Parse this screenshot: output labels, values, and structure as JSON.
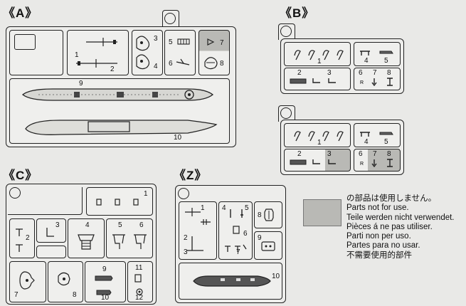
{
  "sections": {
    "a": {
      "label": "《A》",
      "parts": [
        "1",
        "2",
        "3",
        "4",
        "5",
        "6",
        "7",
        "8",
        "9",
        "10"
      ]
    },
    "b": {
      "label": "《B》",
      "upper_parts": [
        "1",
        "2",
        "3",
        "4",
        "5",
        "6",
        "7",
        "8"
      ],
      "lower_parts": [
        "1",
        "2",
        "3",
        "4",
        "5",
        "6",
        "7",
        "8"
      ]
    },
    "c": {
      "label": "《C》",
      "parts": [
        "1",
        "2",
        "3",
        "4",
        "5",
        "6",
        "7",
        "8",
        "9",
        "10",
        "11",
        "12"
      ]
    },
    "z": {
      "label": "《Z》",
      "parts": [
        "1",
        "2",
        "3",
        "4",
        "5",
        "6",
        "7",
        "8",
        "9",
        "10"
      ]
    }
  },
  "legend": {
    "swatch_color": "#b9b9b5",
    "lines": [
      "の部品は使用しません。",
      "Parts not for use.",
      "Teile werden nicht verwendet.",
      "Pièces á ne pas utiliser.",
      "Parti non per uso.",
      "Partes para no usar.",
      "不需要使用的部件"
    ]
  },
  "colors": {
    "line": "#222222",
    "unused_part_fill": "#b9b9b5",
    "sprue_background": "#ededeb"
  }
}
